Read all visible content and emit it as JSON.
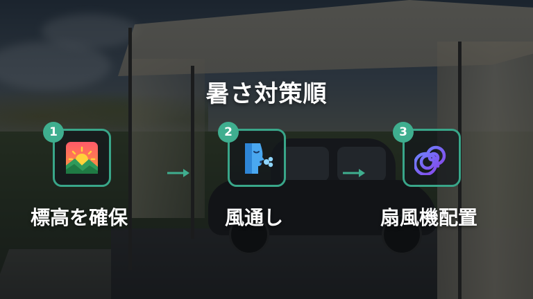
{
  "title": "暑さ対策順",
  "accent_color": "#3fae8f",
  "steps": [
    {
      "number": "1",
      "label": "標高を確保",
      "icon": "sunrise-mountain-icon"
    },
    {
      "number": "2",
      "label": "風通し",
      "icon": "blowing-wind-face-icon"
    },
    {
      "number": "3",
      "label": "扇風機配置",
      "icon": "spiral-cyclone-icon"
    }
  ],
  "arrow_icon": "right-arrow-icon"
}
